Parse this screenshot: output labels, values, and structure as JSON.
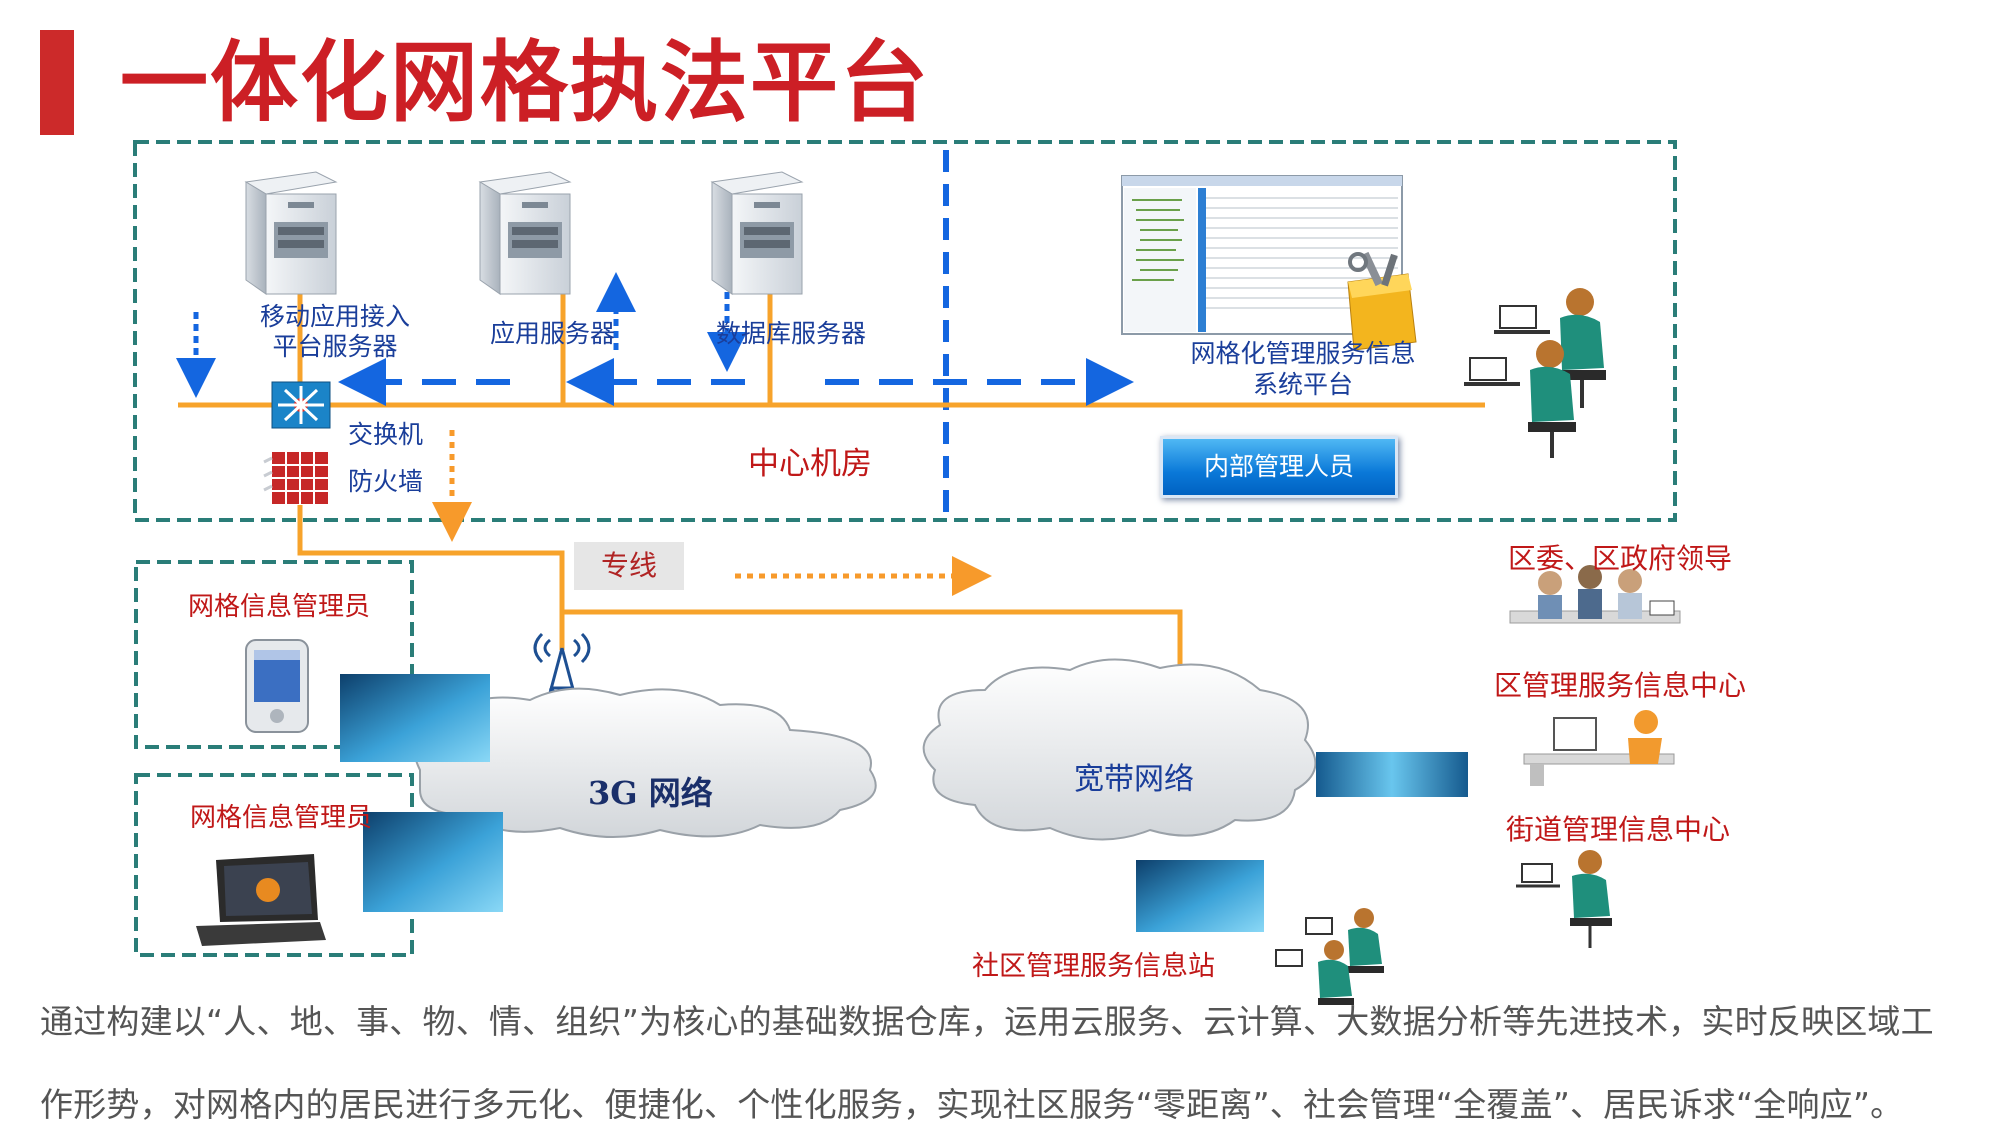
{
  "title": "一体化网格执法平台",
  "labels": {
    "mobile_server": [
      "移动应用接入",
      "平台服务器"
    ],
    "app_server": "应用服务器",
    "db_server": "数据库服务器",
    "platform": [
      "网格化管理服务信息",
      "系统平台"
    ],
    "switch": "交换机",
    "firewall": "防火墙",
    "center": "中心机房",
    "inner_staff": "内部管理人员",
    "dedicated_line": "专线",
    "grid_manager_1": "网格信息管理员",
    "grid_manager_2": "网格信息管理员",
    "network_3g": "3G 网络",
    "broadband": "宽带网络",
    "leaders": "区委、区政府领导",
    "district_center": "区管理服务信息中心",
    "street_center": "街道管理信息中心",
    "community_station": "社区管理服务信息站"
  },
  "description": [
    "通过构建以“人、地、事、物、情、组织”为核心的基础数据仓库，运用云服务、云计算、大数据分析等先进技术，实时反映区域工",
    "作形势，对网格内的居民进行多元化、便捷化、个性化服务，实现社区服务“零距离”、社会管理“全覆盖”、居民诉求“全响应”。"
  ]
}
